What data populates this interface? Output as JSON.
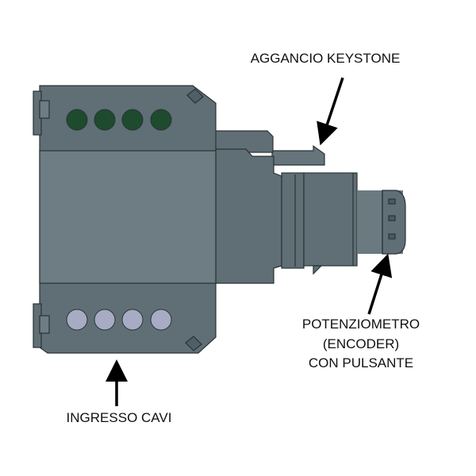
{
  "labels": {
    "keystone": "AGGANCIO KEYSTONE",
    "encoder_line1": "POTENZIOMETRO",
    "encoder_line2": "(ENCODER)",
    "encoder_line3": "CON PULSANTE",
    "cables": "INGRESSO CAVI"
  },
  "colors": {
    "body": "#5f6f75",
    "body_mid": "#6d7d83",
    "led_top": "#1e4a2e",
    "led_bottom": "#a7abc3",
    "outline": "#2a3236"
  }
}
